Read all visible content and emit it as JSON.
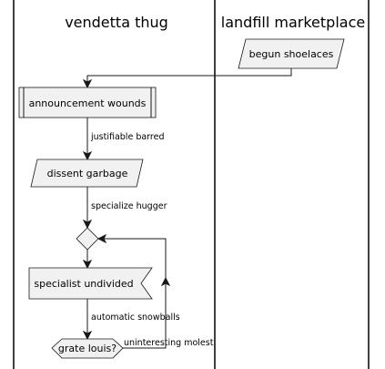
{
  "lanes": [
    {
      "title": "vendetta thug"
    },
    {
      "title": "landfill marketplace"
    }
  ],
  "nodes": {
    "begun_shoelaces": "begun shoelaces",
    "announcement_wounds": "announcement wounds",
    "dissent_garbage": "dissent garbage",
    "specialist_undivided": "specialist undivided",
    "grate_louis": "grate louis?"
  },
  "edges": {
    "justifiable_barred": "justifiable barred",
    "specialize_hugger": "specialize hugger",
    "automatic_snowballs": "automatic snowballs",
    "uninteresting_molest": "uninteresting molest"
  },
  "colors": {
    "shape_fill": "#f1f1f1",
    "stroke": "#181818",
    "lane_line": "#000000"
  }
}
